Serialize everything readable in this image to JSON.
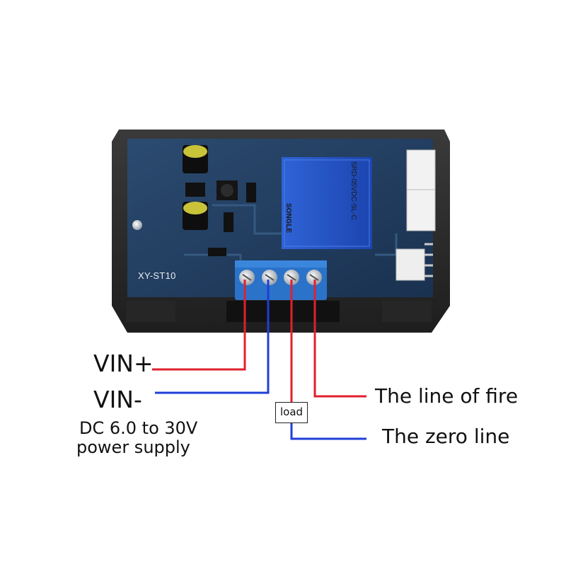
{
  "board": {
    "model": "XY-ST10",
    "relay_text": "SRD-05VDC-SL-C",
    "relay_brand": "SONGLE"
  },
  "wiring": {
    "vin_plus": "VIN+",
    "vin_minus": "VIN-",
    "supply_line1": "DC 6.0 to 30V",
    "supply_line2": "power supply",
    "fire_line": "The line of fire",
    "zero_line": "The zero line",
    "load": "load"
  },
  "colors": {
    "positive_wire": "#e0202e",
    "negative_wire": "#1f3fd8",
    "pcb": "#1f3a5c",
    "terminal_block": "#2a73c9"
  }
}
